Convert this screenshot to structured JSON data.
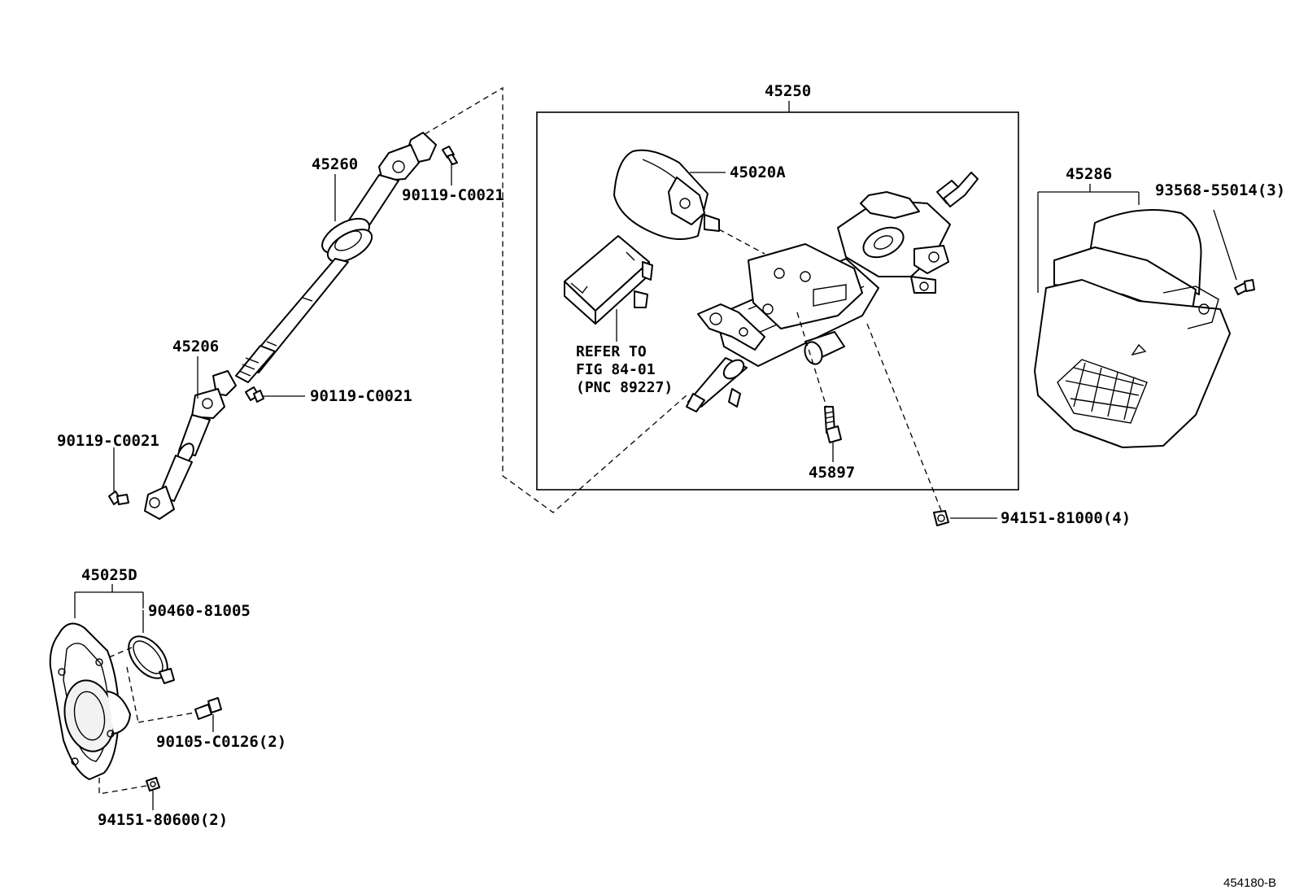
{
  "labels": {
    "p45250": "45250",
    "p45260": "45260",
    "p45206": "45206",
    "p45020A": "45020A",
    "p45286": "45286",
    "p93568": "93568-55014(3)",
    "p90119_a": "90119-C0021",
    "p90119_b": "90119-C0021",
    "p90119_c": "90119-C0021",
    "p45897": "45897",
    "p94151_81000": "94151-81000(4)",
    "p45025D": "45025D",
    "p90460": "90460-81005",
    "p90105": "90105-C0126(2)",
    "p94151_80600": "94151-80600(2)"
  },
  "reference_note": {
    "line1": "REFER TO",
    "line2": "FIG 84-01",
    "line3": "(PNC 89227)"
  },
  "figure_code": "454180-B"
}
